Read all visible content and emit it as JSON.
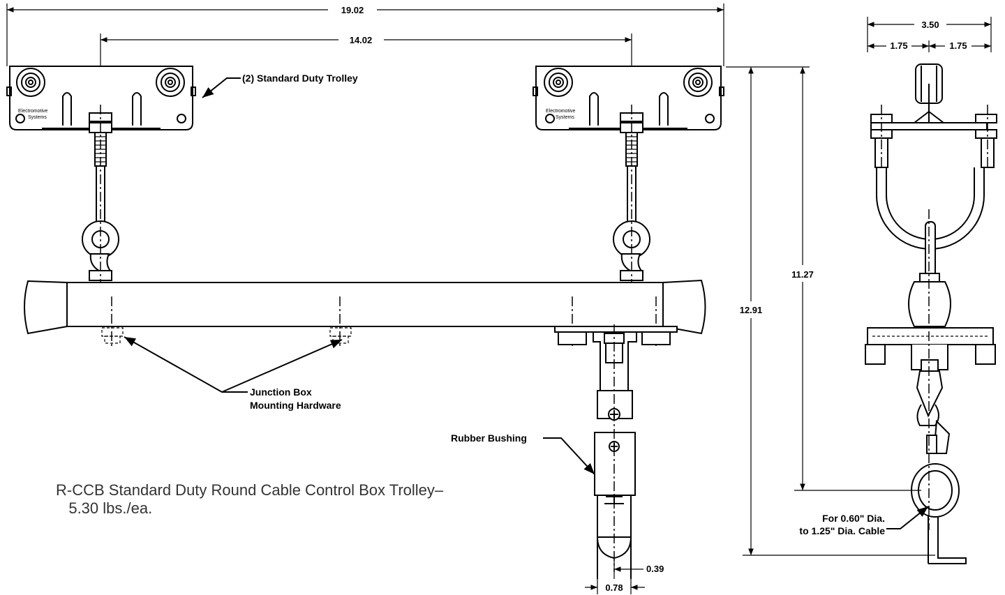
{
  "dimensions": {
    "overall_width": "19.02",
    "trolley_spacing": "14.02",
    "end_width": "3.50",
    "half_left": "1.75",
    "half_right": "1.75",
    "height_to_cable": "11.27",
    "overall_height": "12.91",
    "bushing_half": "0.39",
    "bushing_width": "0.78"
  },
  "labels": {
    "trolley": "(2) Standard Duty Trolley",
    "junction_1": "Junction Box",
    "junction_2": "Mounting Hardware",
    "rubber_bushing": "Rubber Bushing",
    "cable_1": "For 0.60\" Dia.",
    "cable_2": "to 1.25\" Dia. Cable",
    "brand_1": "Electromotive",
    "brand_2": "Systems"
  },
  "caption": {
    "line1": "R-CCB Standard Duty Round Cable Control Box Trolley–",
    "line2": "   5.30 lbs./ea."
  }
}
